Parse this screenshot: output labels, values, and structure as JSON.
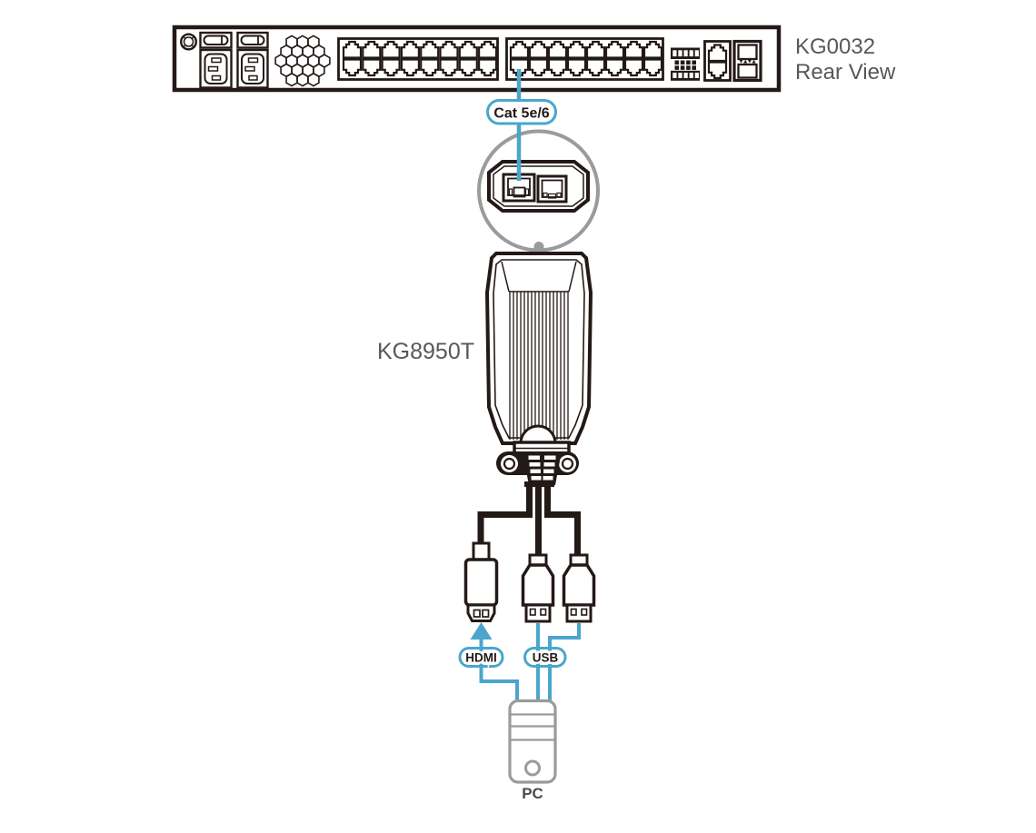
{
  "title": {
    "model": "KG0032",
    "view": "Rear View"
  },
  "labels": {
    "cable": "Cat 5e/6",
    "adapter": "KG8950T",
    "hdmi": "HDMI",
    "usb": "USB",
    "pc": "PC"
  },
  "icons": {
    "rack_ports": "rj45-port-icon",
    "vent": "honeycomb-vent-icon",
    "power": "iec-power-inlet-icon",
    "arrow": "up-arrow-icon"
  },
  "colors": {
    "outline": "#231916",
    "cable_blue": "#4aa6cc",
    "callout_gray": "#9a9b9b",
    "text_gray": "#595757",
    "pc_text_gray": "#4a4a4a",
    "background": "#ffffff"
  }
}
